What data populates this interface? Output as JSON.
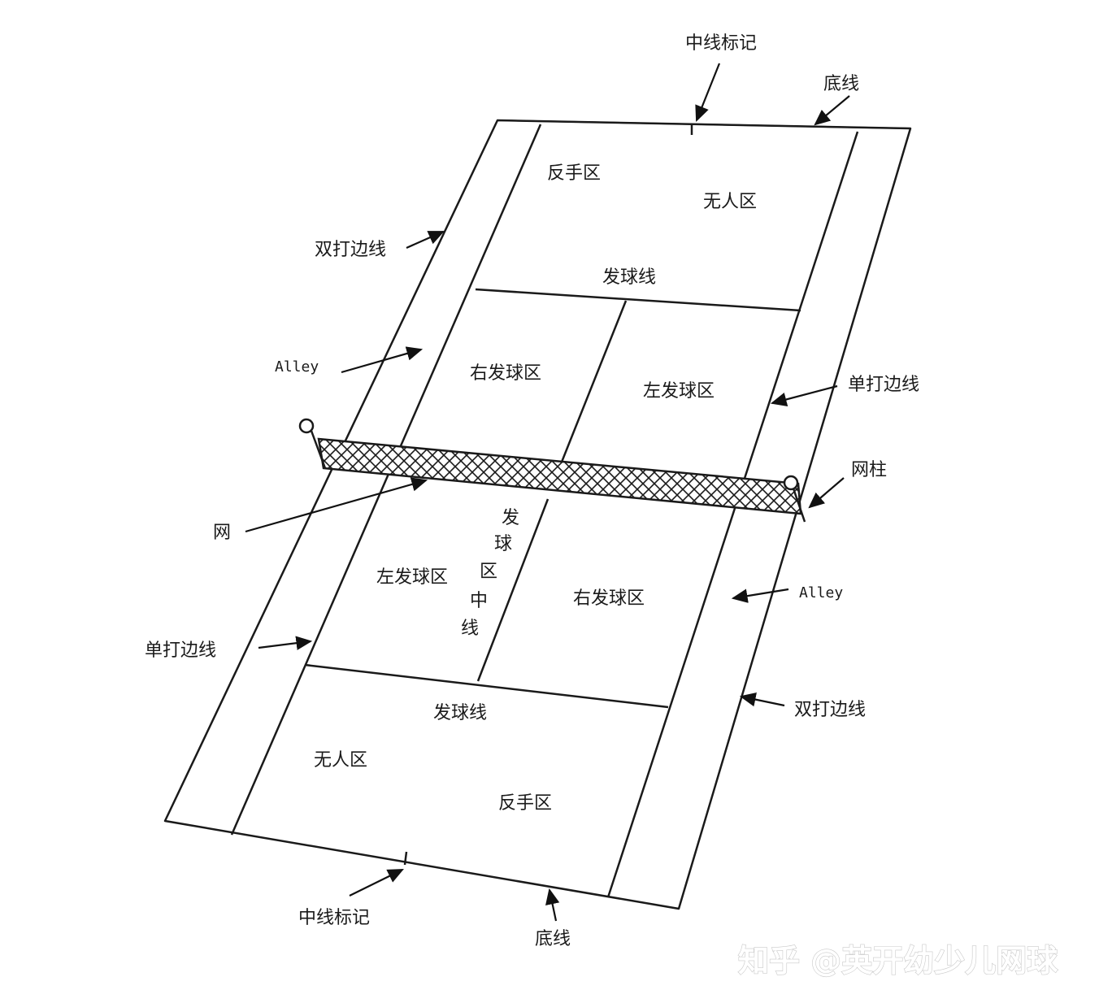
{
  "labels": {
    "center_mark_top": "中线标记",
    "baseline_top": "底线",
    "backhand_top": "反手区",
    "no_mans_land_top": "无人区",
    "doubles_sideline_left": "双打边线",
    "service_line_top": "发球线",
    "alley_left": "Alley",
    "right_service_box_top": "右发球区",
    "left_service_box_top": "左发球区",
    "singles_sideline_right": "单打边线",
    "net_post": "网柱",
    "net": "网",
    "center_service_line": [
      "发",
      "球",
      "区",
      "中",
      "线"
    ],
    "left_service_box_bottom": "左发球区",
    "right_service_box_bottom": "右发球区",
    "alley_right": "Alley",
    "singles_sideline_left": "单打边线",
    "service_line_bottom": "发球线",
    "doubles_sideline_right": "双打边线",
    "no_mans_land_bottom": "无人区",
    "backhand_bottom": "反手区",
    "center_mark_bottom": "中线标记",
    "baseline_bottom": "底线"
  },
  "watermark": "知乎 @英开幼少儿网球",
  "colors": {
    "line": "#1a1a1a",
    "background": "#ffffff"
  }
}
